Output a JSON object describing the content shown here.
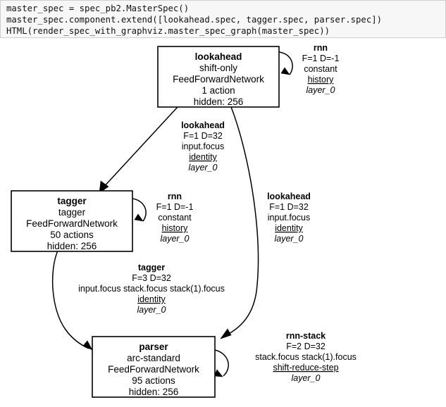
{
  "notebook": {
    "code_cell": {
      "lines": [
        "master_spec = spec_pb2.MasterSpec()",
        "master_spec.component.extend([lookahead.spec, tagger.spec, parser.spec])",
        "HTML(render_spec_with_graphviz.master_spec_graph(master_spec))"
      ],
      "line_0": "master_spec = spec_pb2.MasterSpec()",
      "line_1": "master_spec.component.extend([lookahead.spec, tagger.spec, parser.spec])",
      "line_2": "HTML(render_spec_with_graphviz.master_spec_graph(master_spec))",
      "background": "#f7f7f7",
      "border": "#cfcfcf"
    }
  },
  "graph": {
    "type": "directed-graph",
    "background": "#ffffff",
    "stroke": "#000000",
    "nodes": [
      {
        "id": "lookahead",
        "title": "lookahead",
        "transition_system": "shift-only",
        "network": "FeedForwardNetwork",
        "actions": "1 action",
        "hidden": "hidden: 256"
      },
      {
        "id": "tagger",
        "title": "tagger",
        "transition_system": "tagger",
        "network": "FeedForwardNetwork",
        "actions": "50 actions",
        "hidden": "hidden: 256"
      },
      {
        "id": "parser",
        "title": "parser",
        "transition_system": "arc-standard",
        "network": "FeedForwardNetwork",
        "actions": "95 actions",
        "hidden": "hidden: 256"
      }
    ],
    "edges": [
      {
        "id": "lookahead-self",
        "source": "lookahead",
        "target": "lookahead",
        "name": "rnn",
        "dims": "F=1 D=-1",
        "source_spec": "constant",
        "translator": "history",
        "layer": "layer_0"
      },
      {
        "id": "lookahead-to-tagger",
        "source": "lookahead",
        "target": "tagger",
        "name": "lookahead",
        "dims": "F=1 D=32",
        "source_spec": "input.focus",
        "translator": "identity",
        "layer": "layer_0"
      },
      {
        "id": "lookahead-to-parser",
        "source": "lookahead",
        "target": "parser",
        "name": "lookahead",
        "dims": "F=1 D=32",
        "source_spec": "input.focus",
        "translator": "identity",
        "layer": "layer_0"
      },
      {
        "id": "tagger-self",
        "source": "tagger",
        "target": "tagger",
        "name": "rnn",
        "dims": "F=1 D=-1",
        "source_spec": "constant",
        "translator": "history",
        "layer": "layer_0"
      },
      {
        "id": "tagger-to-parser",
        "source": "tagger",
        "target": "parser",
        "name": "tagger",
        "dims": "F=3 D=32",
        "source_spec": "input.focus stack.focus stack(1).focus",
        "translator": "identity",
        "layer": "layer_0"
      },
      {
        "id": "parser-self",
        "source": "parser",
        "target": "parser",
        "name": "rnn-stack",
        "dims": "F=2 D=32",
        "source_spec": "stack.focus stack(1).focus",
        "translator": "shift-reduce-step",
        "layer": "layer_0"
      }
    ]
  }
}
